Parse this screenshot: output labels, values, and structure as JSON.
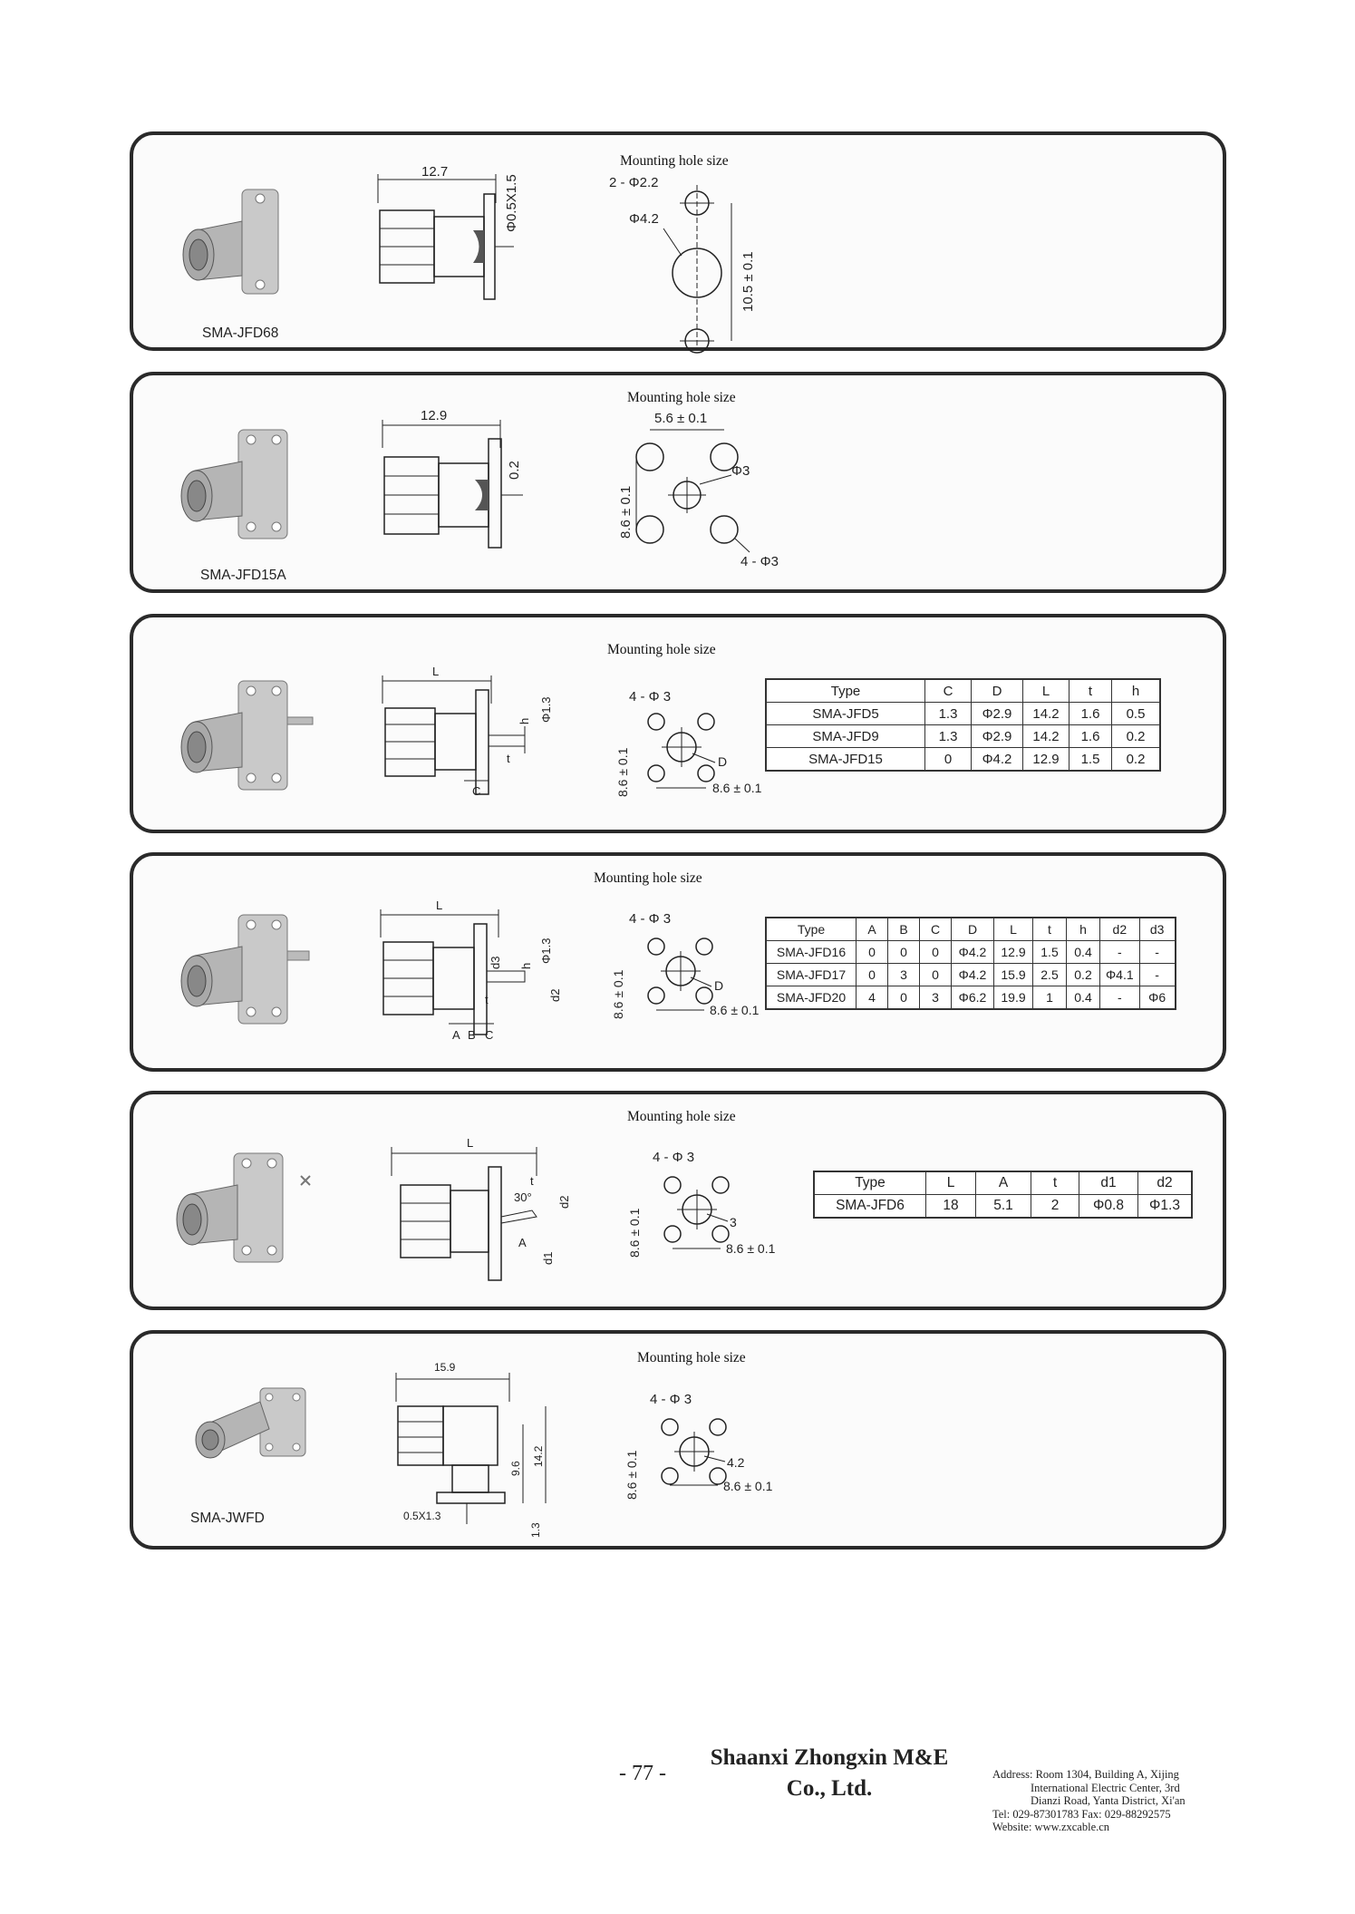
{
  "mounting_label": "Mounting hole size",
  "panels": [
    {
      "model": "SMA-JFD68",
      "dims": {
        "length": "12.7",
        "side": "Φ0.5X1.5",
        "holes": "2 - Φ2.2",
        "center": "Φ4.2",
        "spacing": "10.5 ± 0.1"
      }
    },
    {
      "model": "SMA-JFD15A",
      "dims": {
        "length": "12.9",
        "side": "0.2",
        "top": "5.6 ± 0.1",
        "left": "8.6 ± 0.1",
        "center": "Φ3",
        "holes": "4 - Φ3"
      }
    },
    {
      "model": "",
      "dims": {
        "length": "L",
        "h": "h",
        "phi": "Φ1.3",
        "t": "t",
        "c": "C",
        "holes": "4 - Φ 3",
        "left": "8.6 ± 0.1",
        "d": "D",
        "bottom": "8.6 ± 0.1"
      },
      "table": {
        "headers": [
          "Type",
          "C",
          "D",
          "L",
          "t",
          "h"
        ],
        "rows": [
          [
            "SMA-JFD5",
            "1.3",
            "Φ2.9",
            "14.2",
            "1.6",
            "0.5"
          ],
          [
            "SMA-JFD9",
            "1.3",
            "Φ2.9",
            "14.2",
            "1.6",
            "0.2"
          ],
          [
            "SMA-JFD15",
            "0",
            "Φ4.2",
            "12.9",
            "1.5",
            "0.2"
          ]
        ]
      }
    },
    {
      "model": "",
      "dims": {
        "length": "L",
        "d3": "d3",
        "h": "h",
        "phi": "Φ1.3",
        "d2": "d2",
        "t": "t",
        "a": "A",
        "b": "B",
        "c": "C",
        "holes": "4 - Φ 3",
        "left": "8.6 ± 0.1",
        "d": "D",
        "bottom": "8.6 ± 0.1"
      },
      "table": {
        "headers": [
          "Type",
          "A",
          "B",
          "C",
          "D",
          "L",
          "t",
          "h",
          "d2",
          "d3"
        ],
        "rows": [
          [
            "SMA-JFD16",
            "0",
            "0",
            "0",
            "Φ4.2",
            "12.9",
            "1.5",
            "0.4",
            "-",
            "-"
          ],
          [
            "SMA-JFD17",
            "0",
            "3",
            "0",
            "Φ4.2",
            "15.9",
            "2.5",
            "0.2",
            "Φ4.1",
            "-"
          ],
          [
            "SMA-JFD20",
            "4",
            "0",
            "3",
            "Φ6.2",
            "19.9",
            "1",
            "0.4",
            "-",
            "Φ6"
          ]
        ]
      }
    },
    {
      "model": "",
      "dims": {
        "length": "L",
        "t": "t",
        "angle": "30°",
        "d2": "d2",
        "a": "A",
        "d1": "d1",
        "holes": "4 - Φ 3",
        "left": "8.6 ± 0.1",
        "center": "3",
        "bottom": "8.6 ± 0.1"
      },
      "table": {
        "headers": [
          "Type",
          "L",
          "A",
          "t",
          "d1",
          "d2"
        ],
        "rows": [
          [
            "SMA-JFD6",
            "18",
            "5.1",
            "2",
            "Φ0.8",
            "Φ1.3"
          ]
        ]
      }
    },
    {
      "model": "SMA-JWFD",
      "dims": {
        "length": "15.9",
        "h1": "9.6",
        "h2": "14.2",
        "pin": "0.5X1.3",
        "base": "1.3",
        "holes": "4 - Φ 3",
        "left": "8.6 ± 0.1",
        "center": "4.2",
        "bottom": "8.6 ± 0.1"
      }
    }
  ],
  "footer": {
    "page": "- 77 -",
    "company_line1": "Shaanxi Zhongxin M&E",
    "company_line2": "Co., Ltd.",
    "address": [
      "Address: Room 1304, Building A, Xijing",
      "International Electric Center, 3rd",
      "Dianzi Road, Yanta District, Xi'an",
      "Tel: 029-87301783    Fax: 029-88292575",
      "Website: www.zxcable.cn"
    ]
  }
}
